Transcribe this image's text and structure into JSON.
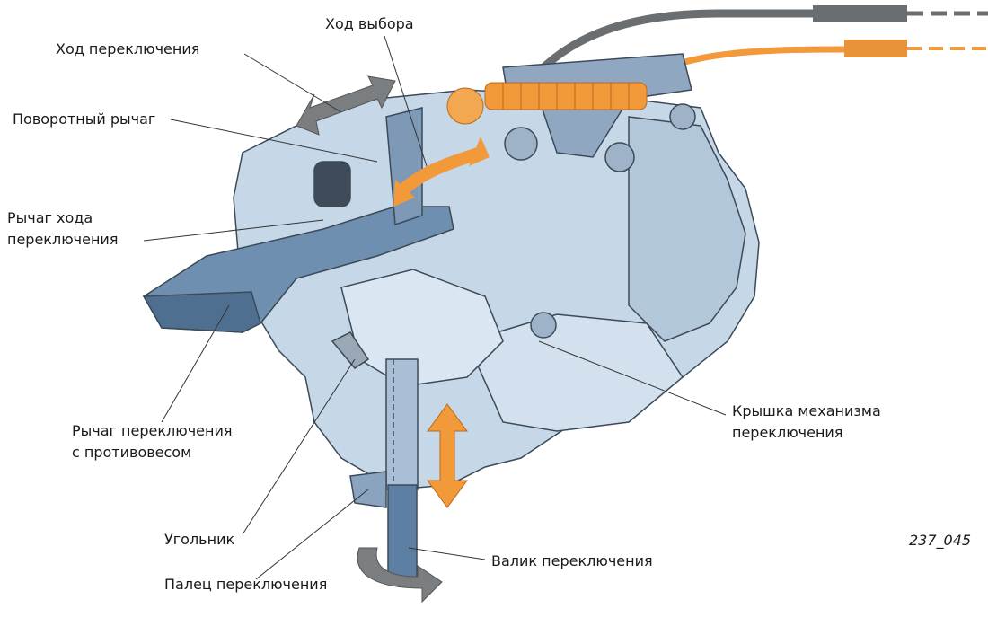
{
  "labels": {
    "shift_travel": "Ход переключения",
    "select_travel": "Ход выбора",
    "pivot_lever": "Поворотный рычаг",
    "shift_travel_lever_1": "Рычаг хода",
    "shift_travel_lever_2": "переключения",
    "counterweight_lever_1": "Рычаг переключения",
    "counterweight_lever_2": "с противовесом",
    "angle_bracket": "Угольник",
    "shift_finger": "Палец переключения",
    "shift_shaft": "Валик переключения",
    "cover_1": "Крышка механизма",
    "cover_2": "переключения"
  },
  "figure_number": "237_045",
  "colors": {
    "housing": "#c6d7e8",
    "outline": "#3c4a58",
    "cable_gray": "#6b6e71",
    "cable_orange": "#f2993a",
    "arrow_gray": "#7b7e81"
  }
}
